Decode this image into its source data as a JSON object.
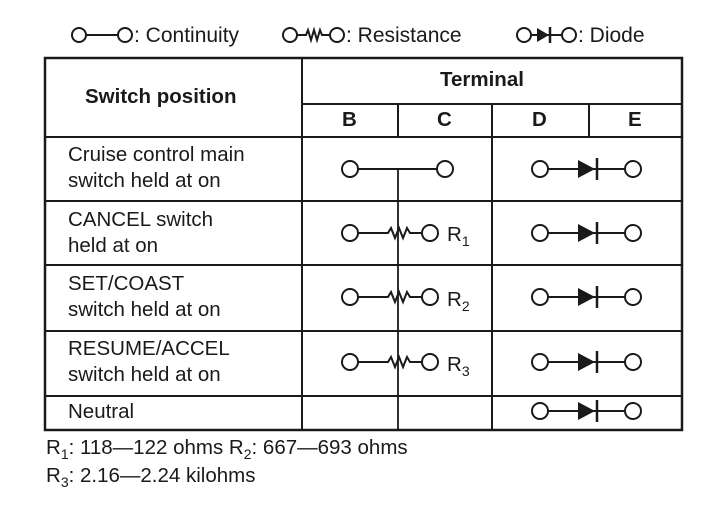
{
  "legend": {
    "continuity": ": Continuity",
    "resistance": ": Resistance",
    "diode": ": Diode"
  },
  "table": {
    "switch_position_header": "Switch position",
    "terminal_header": "Terminal",
    "terminals": [
      "B",
      "C",
      "D",
      "E"
    ],
    "rows": [
      {
        "lines": [
          "Cruise control main",
          "switch held at on"
        ],
        "bc": "continuity",
        "bc_label": "",
        "bc_sub": "",
        "de": "diode"
      },
      {
        "lines": [
          "CANCEL switch",
          "held at on"
        ],
        "bc": "resistance",
        "bc_label": "R",
        "bc_sub": "1",
        "de": "diode"
      },
      {
        "lines": [
          "SET/COAST",
          "switch held at on"
        ],
        "bc": "resistance",
        "bc_label": "R",
        "bc_sub": "2",
        "de": "diode"
      },
      {
        "lines": [
          "RESUME/ACCEL",
          "switch held at on"
        ],
        "bc": "resistance",
        "bc_label": "R",
        "bc_sub": "3",
        "de": "diode"
      },
      {
        "lines": [
          "Neutral"
        ],
        "bc": "none",
        "bc_label": "",
        "bc_sub": "",
        "de": "diode"
      }
    ]
  },
  "notes": {
    "r1_label": "R",
    "r1_sub": "1",
    "r1_value": ": 118—122 ohms",
    "r2_label": "R",
    "r2_sub": "2",
    "r2_value": ": 667—693 ohms",
    "r3_label": "R",
    "r3_sub": "3",
    "r3_value": ": 2.16—2.24 kilohms"
  }
}
